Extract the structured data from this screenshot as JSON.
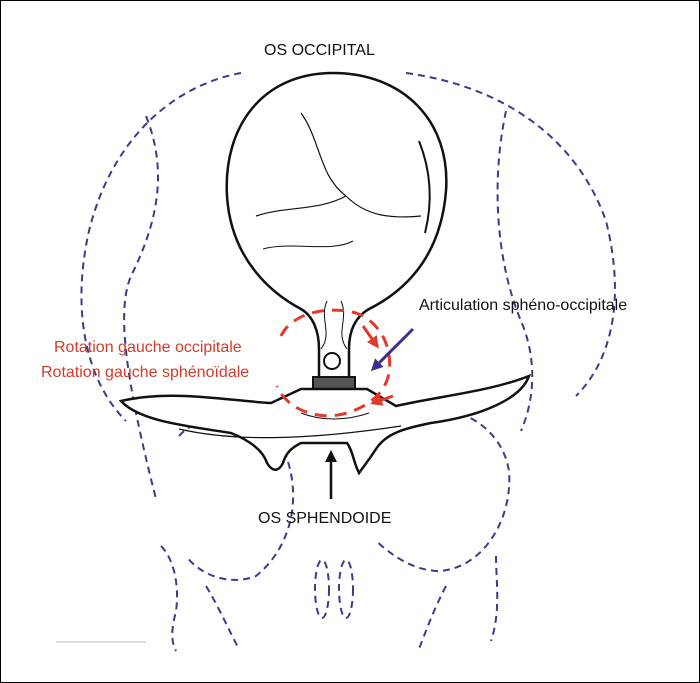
{
  "labels": {
    "occipital": "OS OCCIPITAL",
    "articulation": "Articulation sphéno-occipitale",
    "rotation_occipitale": "Rotation gauche occipitale",
    "rotation_sphenoidale": "Rotation gauche sphénoïdale",
    "sphenoide": "OS SPHENDOIDE"
  },
  "colors": {
    "outline_dashed": "#3d3a8a",
    "rotation_red": "#e03a2a",
    "articulation_arrow": "#3a2f8f",
    "ink": "#111111"
  }
}
